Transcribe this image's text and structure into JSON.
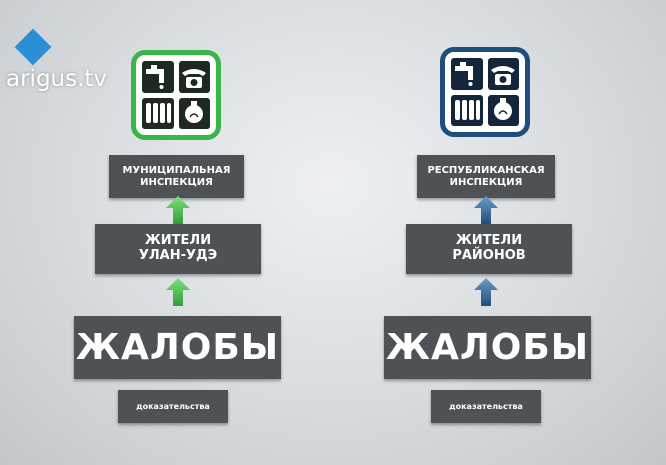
{
  "watermark": "arigus.tv",
  "colors": {
    "green": "#3bb54a",
    "blue": "#1f4e7a",
    "box": "#4e5256"
  },
  "left": {
    "icons": [
      "faucet-icon",
      "telephone-icon",
      "radiator-icon",
      "lightbulb-icon"
    ],
    "inspection": "МУНИЦИПАЛЬНАЯ\nИНСПЕКЦИЯ",
    "residents": "ЖИТЕЛИ\nУЛАН-УДЭ",
    "complaints": "ЖАЛОБЫ",
    "evidence": "доказательства"
  },
  "right": {
    "icons": [
      "faucet-icon",
      "telephone-icon",
      "radiator-icon",
      "lightbulb-icon"
    ],
    "inspection": "РЕСПУБЛИКАНСКАЯ\nИНСПЕКЦИЯ",
    "residents": "ЖИТЕЛИ\nРАЙОНОВ",
    "complaints": "ЖАЛОБЫ",
    "evidence": "доказательства"
  }
}
